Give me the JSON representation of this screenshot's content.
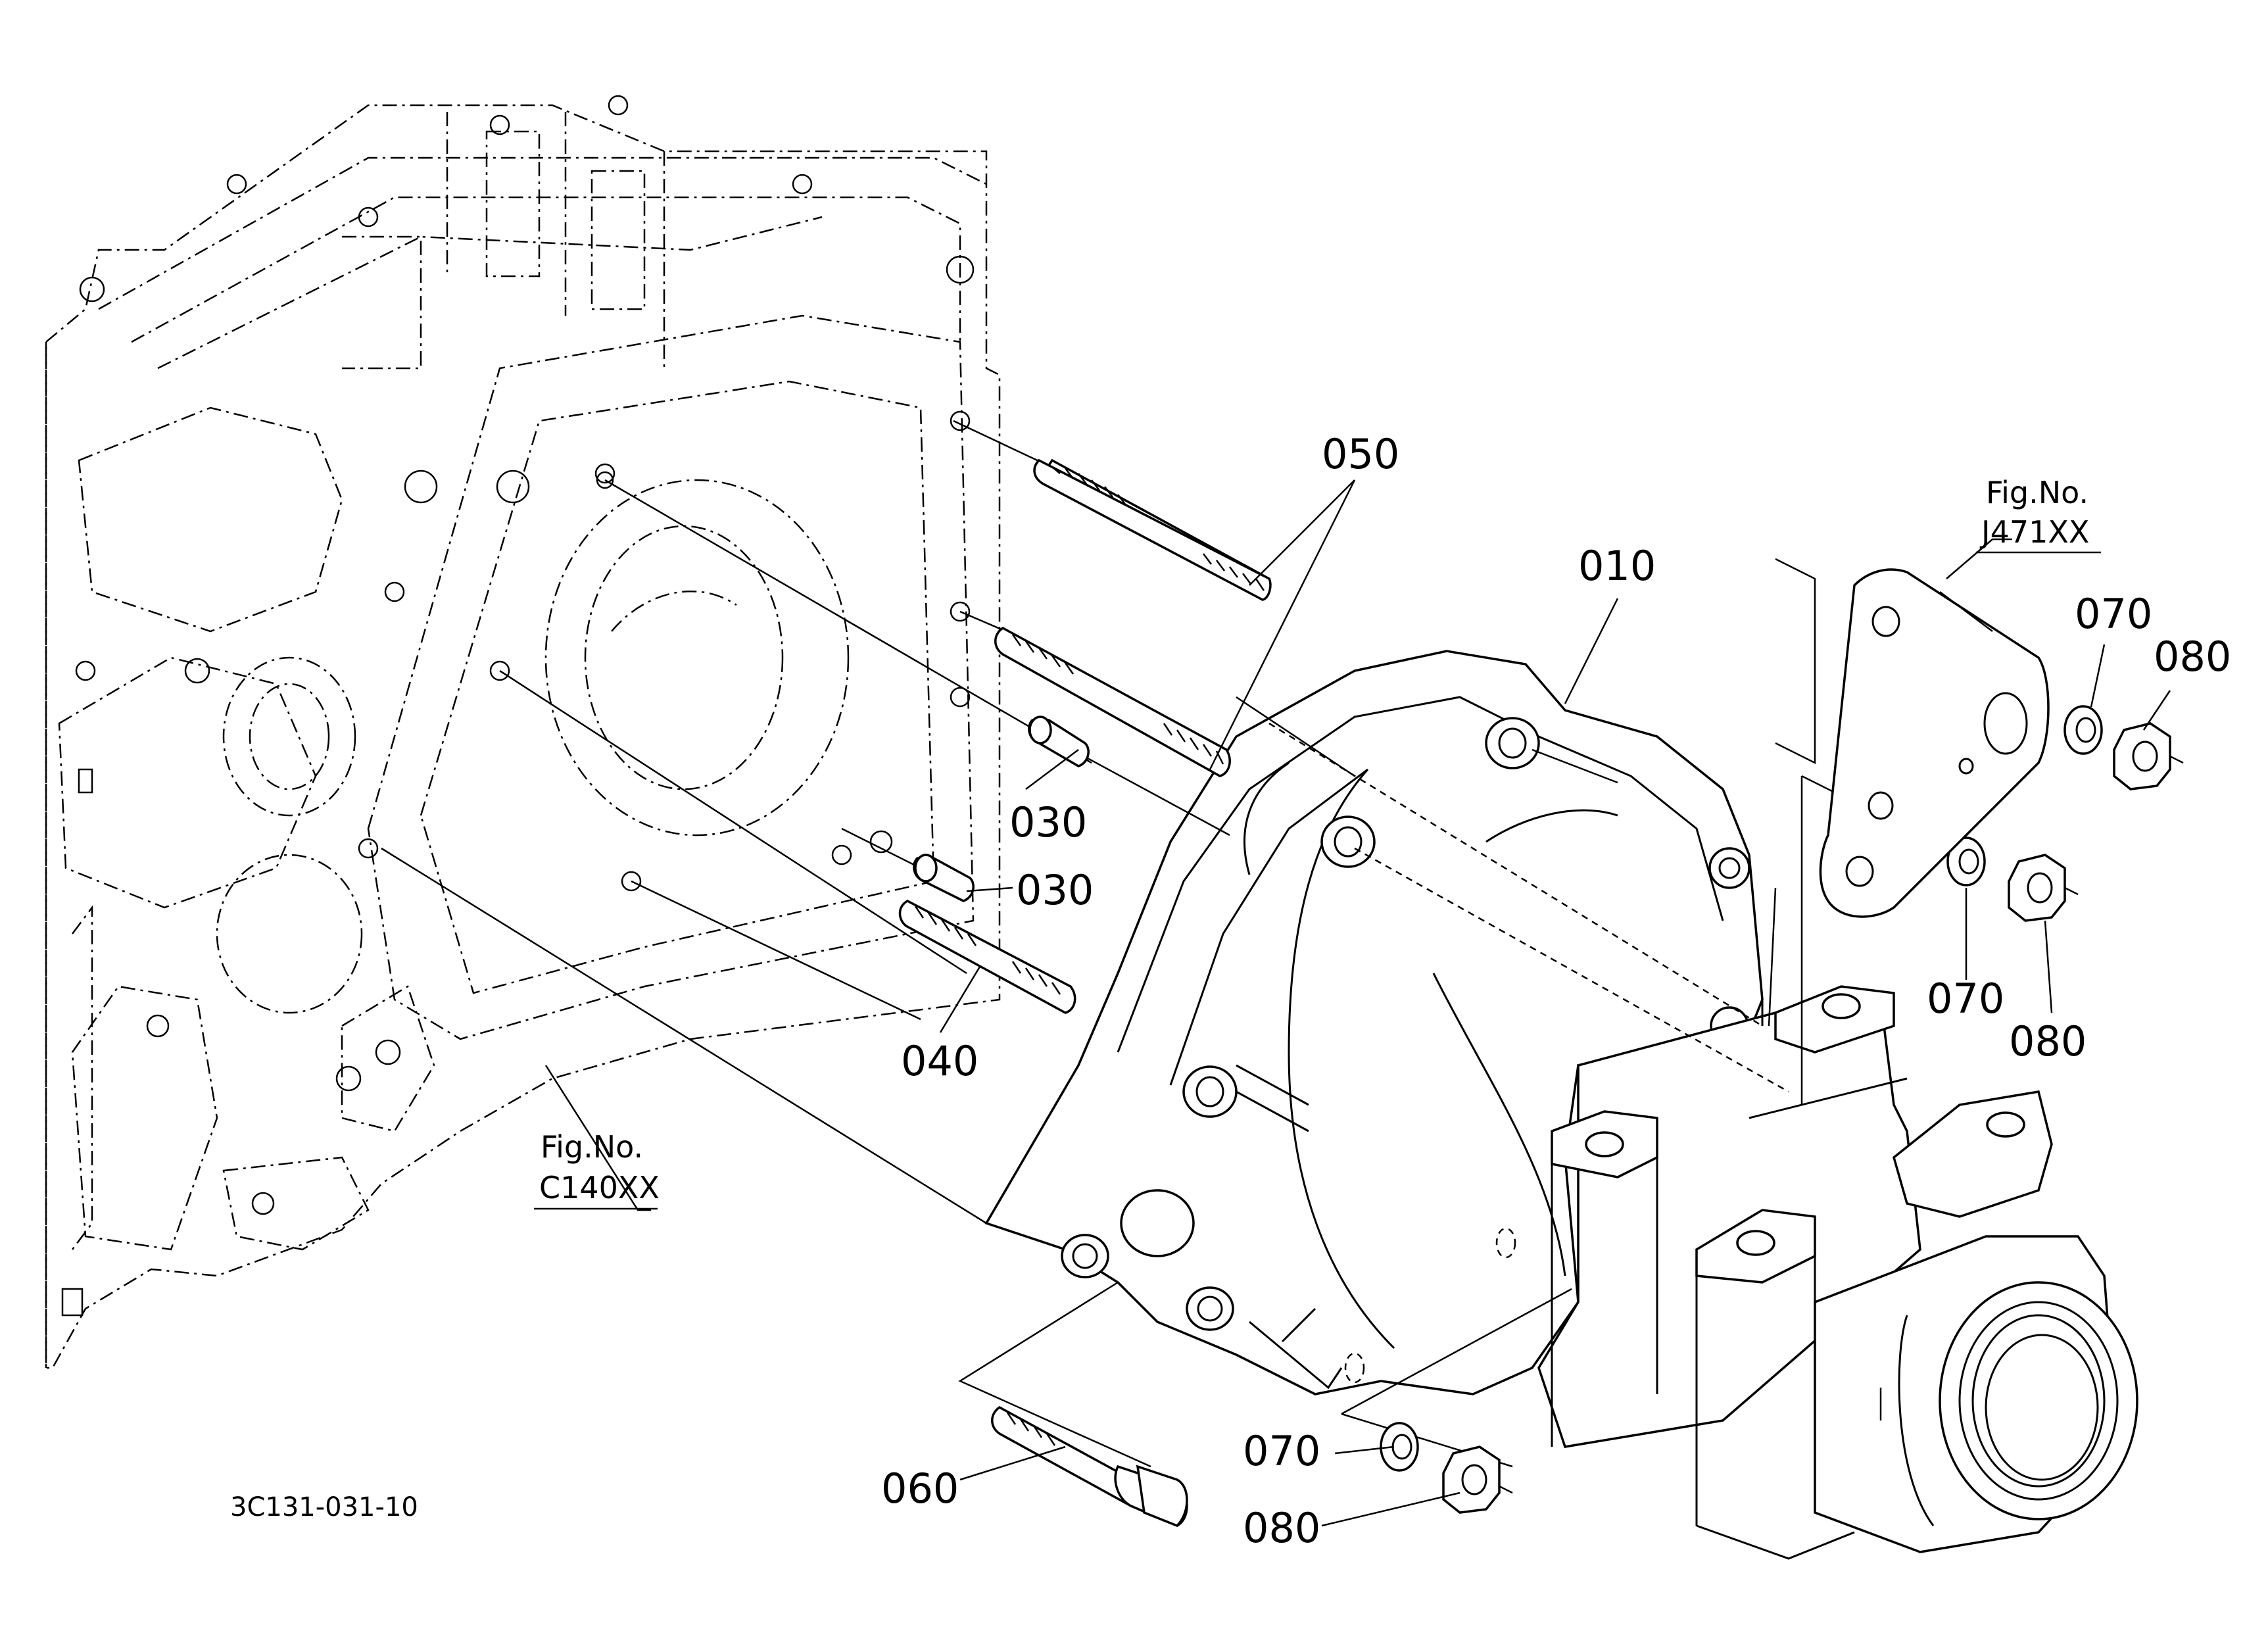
{
  "callouts": {
    "c010": "010",
    "c030a": "030",
    "c030b": "030",
    "c040": "040",
    "c050": "050",
    "c060": "060",
    "c070a": "070",
    "c070b": "070",
    "c070c": "070",
    "c080a": "080",
    "c080b": "080",
    "c080c": "080"
  },
  "figure_refs": {
    "left": {
      "line1": "Fig.No.",
      "line2": "C140XX"
    },
    "right": {
      "line1": "Fig.No.",
      "line2": "J471XX"
    }
  },
  "drawing_code": "3C131-031-10"
}
